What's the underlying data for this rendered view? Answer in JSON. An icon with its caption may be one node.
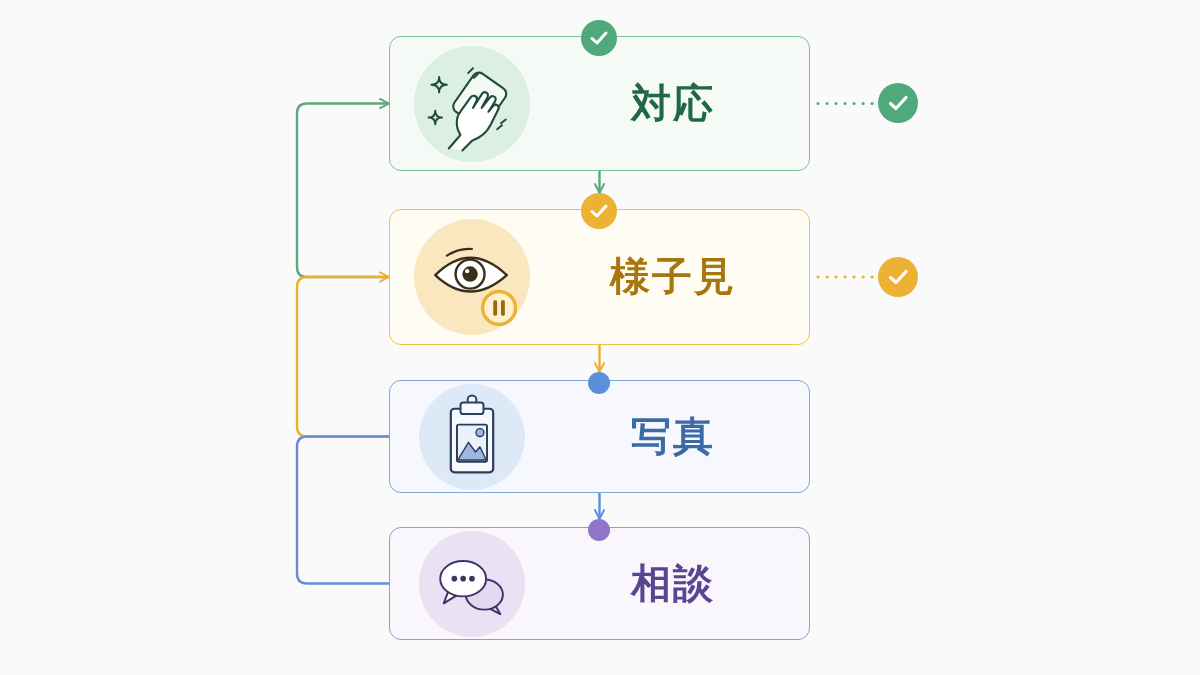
{
  "diagram": {
    "nodes": [
      {
        "text": [
          "対応"
        ]
      },
      {
        "text": [
          "様子見"
        ]
      },
      {
        "text": [
          "写真"
        ]
      },
      {
        "text": [
          "相談"
        ]
      },
      {
        "text": [],
        "shape": "circle"
      },
      {
        "text": [],
        "shape": "circle"
      }
    ],
    "edges": [
      {
        "from": 0,
        "to": 1,
        "arrow": "to",
        "color": "#5aa87d"
      },
      {
        "from": 1,
        "to": 2,
        "arrow": "to",
        "color": "#ebb032"
      },
      {
        "from": 2,
        "to": 3,
        "arrow": "to",
        "color": "#5c8fd6"
      },
      {
        "from": 0,
        "to": 4,
        "arrow": "none",
        "style": "dashed",
        "color": "#5aa87d"
      },
      {
        "from": 1,
        "to": 5,
        "arrow": "none",
        "style": "dashed",
        "color": "#ebb032"
      },
      {
        "from": 1,
        "to": 0,
        "arrow": "to",
        "color": "#5aa87d"
      },
      {
        "from": 2,
        "to": 1,
        "arrow": "to",
        "color": "#ebb032"
      },
      {
        "from": 3,
        "to": 2,
        "arrow": "none",
        "color": "#6a8ad4"
      }
    ]
  }
}
